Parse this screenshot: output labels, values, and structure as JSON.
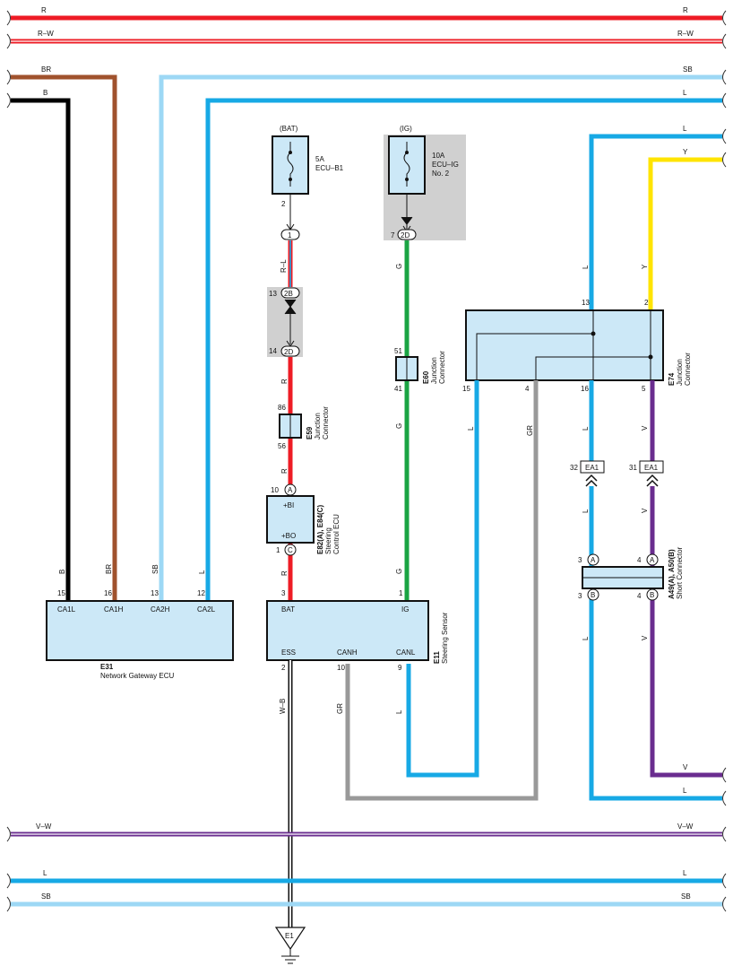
{
  "colors": {
    "R": "#ee1c25",
    "BR": "#a0522d",
    "B": "#000000",
    "SB": "#9dd8f5",
    "L": "#17a9e5",
    "G": "#1aa443",
    "Y": "#ffe400",
    "V": "#6a2d8f",
    "GR": "#999999",
    "box_fill": "#cce8f7",
    "shade": "#d0d0d0"
  },
  "buses": {
    "top_r": "R",
    "top_rw": "R–W",
    "br": "BR",
    "b": "B",
    "sb_top": "SB",
    "l_top": "L",
    "l_right": "L",
    "y_right": "Y",
    "bottom_vw": "V–W",
    "bottom_l": "L",
    "bottom_sb": "SB",
    "v_right": "V",
    "l_right_low": "L"
  },
  "fuses": {
    "bat": {
      "source": "(BAT)",
      "rating": "5A",
      "name": "ECU–B1",
      "pin": "2"
    },
    "ig": {
      "source": "(IG)",
      "rating": "10A",
      "name1": "ECU–IG",
      "name2": "No. 2",
      "pin": "7",
      "conn": "2D"
    }
  },
  "connectors": {
    "c1": "1",
    "c2b_pin": "13",
    "c2b": "2B",
    "c2d_pin": "14",
    "c2d": "2D"
  },
  "wire_labels": {
    "rl": "R–L",
    "r": "R",
    "g": "G",
    "l": "L",
    "y": "Y",
    "v": "V",
    "gr": "GR",
    "wb": "W–B",
    "b": "B",
    "br": "BR",
    "sb": "SB"
  },
  "e59": {
    "code": "E59",
    "desc1": "Junction",
    "desc2": "Connector",
    "pin_top": "86",
    "pin_bot": "56"
  },
  "e60": {
    "code": "E60",
    "desc1": "Junction",
    "desc2": "Connector",
    "pin_top": "51",
    "pin_bot": "41"
  },
  "e74": {
    "code": "E74",
    "desc1": "Junction",
    "desc2": "Connector",
    "pin_13": "13",
    "pin_2": "2",
    "pin_15": "15",
    "pin_4": "4",
    "pin_16": "16",
    "pin_5": "5"
  },
  "e82": {
    "code": "E82(A), E84(C)",
    "desc1": "Steering",
    "desc2": "Control ECU",
    "pin_a": "10",
    "pin_c": "1",
    "conn_a": "A",
    "conn_c": "C",
    "term_bi": "+BI",
    "term_bo": "+BO"
  },
  "ea1": {
    "label": "EA1",
    "pin_l": "32",
    "pin_r": "31"
  },
  "a49": {
    "code": "A49(A), A50(B)",
    "desc": "Short Connector",
    "a_l": "3",
    "a_r": "4",
    "b_l": "3",
    "b_r": "4",
    "ca": "A",
    "cb": "B"
  },
  "e31": {
    "code": "E31",
    "name": "Network Gateway ECU",
    "pins": [
      "15",
      "16",
      "13",
      "12"
    ],
    "terms": [
      "CA1L",
      "CA1H",
      "CA2H",
      "CA2L"
    ]
  },
  "e11": {
    "code": "E11",
    "name": "Steering Sensor",
    "pin_bat": "3",
    "pin_ig": "1",
    "pin_ess": "2",
    "pin_canh": "10",
    "pin_canl": "9",
    "t_bat": "BAT",
    "t_ig": "IG",
    "t_ess": "ESS",
    "t_canh": "CANH",
    "t_canl": "CANL"
  },
  "ground": {
    "label": "E1"
  }
}
